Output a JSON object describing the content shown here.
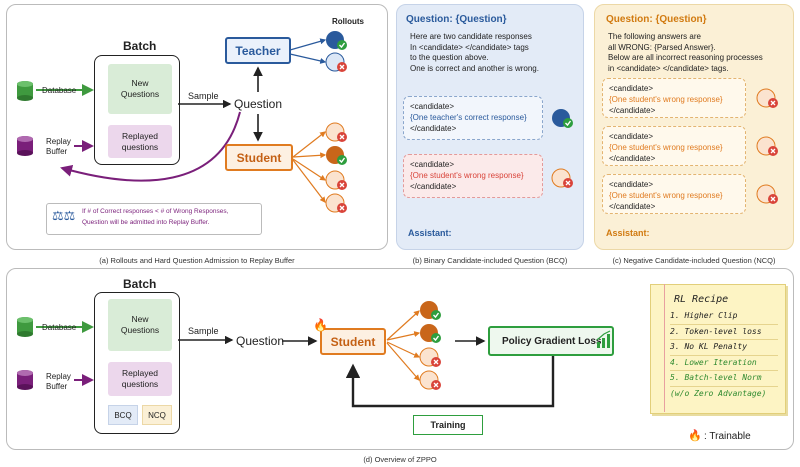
{
  "panel_a": {
    "batch_title": "Batch",
    "database": "Database",
    "replay_buffer": [
      "Replay",
      "Buffer"
    ],
    "new_questions": [
      "New",
      "Questions"
    ],
    "replayed_questions": [
      "Replayed",
      "questions"
    ],
    "sample": "Sample",
    "question": "Question",
    "teacher": "Teacher",
    "student": "Student",
    "rollouts": "Rollouts",
    "note_line1": "If # of Correct responses < # of Wrong Responses,",
    "note_line2": "Question will be admitted into Replay Buffer.",
    "caption": "(a) Rollouts and Hard Question Admission to Replay Buffer"
  },
  "panel_b": {
    "title": "Question: {Question}",
    "intro": [
      "Here are two candidate responses",
      "In <candidate> </candidate> tags",
      "to the question above.",
      "One is correct and another is wrong."
    ],
    "cand_open": "<candidate>",
    "cand_close": "</candidate>",
    "correct_text": "{One teacher's correct response}",
    "wrong_text": "{One student's wrong response}",
    "assistant": "Assistant:",
    "caption": "(b) Binary Candidate-included Question (BCQ)"
  },
  "panel_c": {
    "title": "Question: {Question}",
    "intro": [
      "The following answers are",
      "all WRONG: {Parsed Answer}.",
      "Below are all incorrect reasoning processes",
      "in <candidate> </candidate> tags."
    ],
    "cand_open": "<candidate>",
    "cand_close": "</candidate>",
    "wrong_text": "{One student's wrong response}",
    "assistant": "Assistant:",
    "caption": "(c) Negative Candidate-included Question (NCQ)"
  },
  "panel_d": {
    "batch_title": "Batch",
    "database": "Database",
    "replay_buffer": [
      "Replay",
      "Buffer"
    ],
    "new_questions": [
      "New",
      "Questions"
    ],
    "replayed_questions": [
      "Replayed",
      "questions"
    ],
    "bcq": "BCQ",
    "ncq": "NCQ",
    "sample": "Sample",
    "question": "Question",
    "student": "Student",
    "policy_gradient": "Policy Gradient Loss",
    "training": "Training",
    "recipe_title": "RL Recipe",
    "recipe_items": [
      "1. Higher Clip",
      "2. Token-level loss",
      "3. No KL Penalty",
      "4. Lower Iteration",
      "5. Batch-level Norm",
      "(w/o Zero Advantage)"
    ],
    "trainable": ": Trainable",
    "caption": "(d) Overview of ZPPO"
  },
  "colors": {
    "teacher": "#2a5a9c",
    "student": "#e07b20",
    "correct": "#2e9e3e",
    "wrong": "#d9443a",
    "purple": "#7a1f7a",
    "green_db": "#3f9a3f",
    "recipe_green": "#2f8a2f"
  }
}
